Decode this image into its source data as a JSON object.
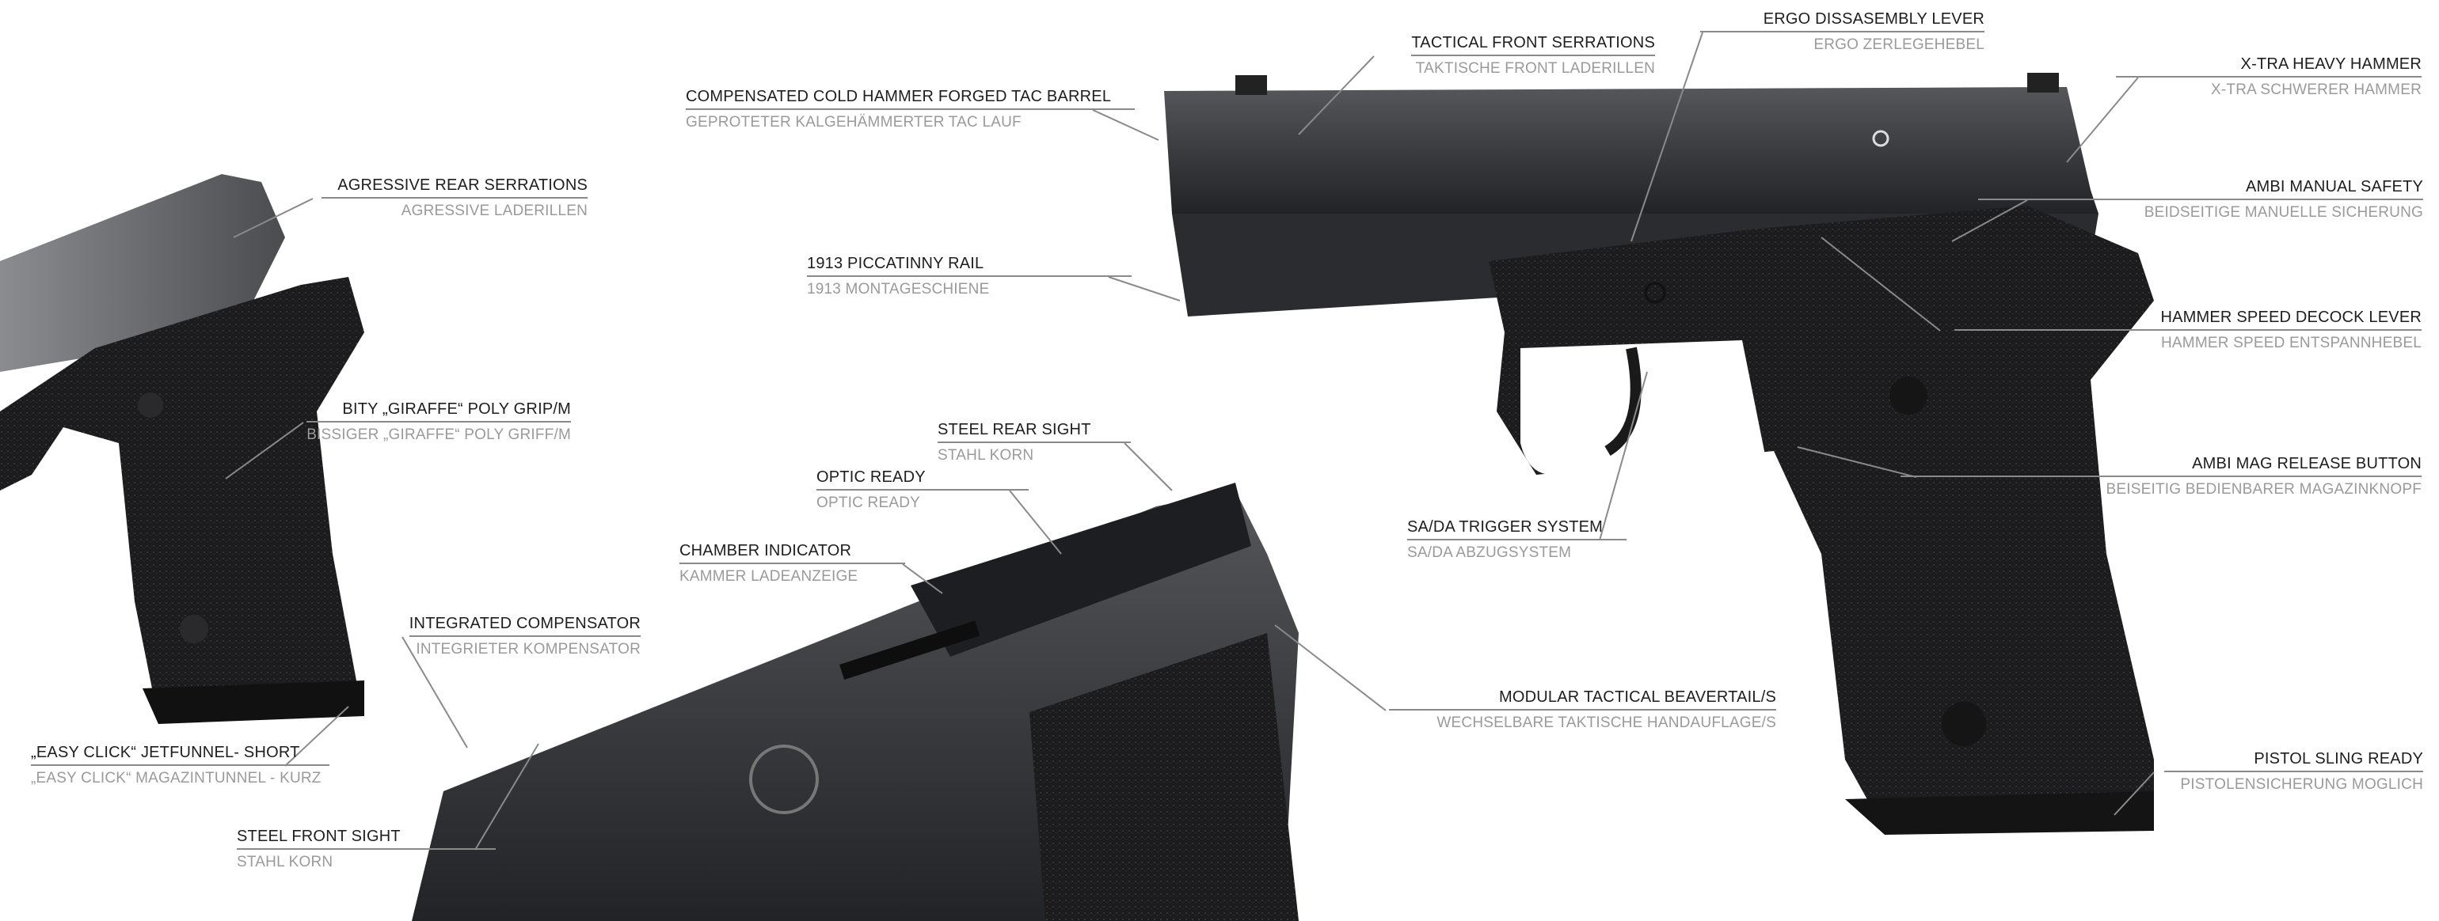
{
  "callouts": {
    "agressive_rear_serrations": {
      "title": "AGRESSIVE REAR SERRATIONS",
      "subtitle": "AGRESSIVE LADERILLEN"
    },
    "bity_giraffe_grip": {
      "title": "BITY „GIRAFFE“ POLY GRIP/M",
      "subtitle": "BISSIGER „GIRAFFE“ POLY GRIFF/M"
    },
    "easy_click_jetfunnel": {
      "title": "„EASY CLICK“ JETFUNNEL- SHORT",
      "subtitle": "„EASY CLICK“ MAGAZINTUNNEL - KURZ"
    },
    "steel_front_sight": {
      "title": "STEEL FRONT SIGHT",
      "subtitle": "STAHL KORN"
    },
    "integrated_compensator": {
      "title": "INTEGRATED COMPENSATOR",
      "subtitle": "INTEGRIETER KOMPENSATOR"
    },
    "chamber_indicator": {
      "title": "CHAMBER INDICATOR",
      "subtitle": "KAMMER LADEANZEIGE"
    },
    "optic_ready": {
      "title": "OPTIC READY",
      "subtitle": "OPTIC READY"
    },
    "steel_rear_sight": {
      "title": "STEEL REAR SIGHT",
      "subtitle": "STAHL KORN"
    },
    "compensated_barrel": {
      "title": "COMPENSATED COLD HAMMER FORGED TAC BARREL",
      "subtitle": "GEPROTETER KALGEHÄMMERTER TAC LAUF"
    },
    "picatinny_rail": {
      "title": "1913 PICCATINNY RAIL",
      "subtitle": "1913 MONTAGESCHIENE"
    },
    "tactical_front_serrations": {
      "title": "TACTICAL FRONT SERRATIONS",
      "subtitle": "TAKTISCHE FRONT LADERILLEN"
    },
    "ergo_disassembly_lever": {
      "title": "ERGO DISSASEMBLY LEVER",
      "subtitle": "ERGO ZERLEGEHEBEL"
    },
    "xtra_heavy_hammer": {
      "title": "X-TRA HEAVY HAMMER",
      "subtitle": "X-TRA SCHWERER HAMMER"
    },
    "ambi_manual_safety": {
      "title": "AMBI MANUAL SAFETY",
      "subtitle": "BEIDSEITIGE MANUELLE SICHERUNG"
    },
    "hammer_speed_decock": {
      "title": "HAMMER SPEED DECOCK LEVER",
      "subtitle": "HAMMER SPEED ENTSPANNHEBEL"
    },
    "ambi_mag_release": {
      "title": "AMBI MAG RELEASE BUTTON",
      "subtitle": "BEISEITIG BEDIENBARER MAGAZINKNOPF"
    },
    "sa_da_trigger": {
      "title": "SA/DA TRIGGER SYSTEM",
      "subtitle": "SA/DA ABZUGSYSTEM"
    },
    "modular_beavertail": {
      "title": "MODULAR TACTICAL BEAVERTAIL/S",
      "subtitle": "WECHSELBARE TAKTISCHE HANDAUFLAGE/S"
    },
    "pistol_sling_ready": {
      "title": "PISTOL SLING READY",
      "subtitle": "PISTOLENSICHERUNG MOGLICH"
    }
  },
  "colors": {
    "title": "#1e1e1e",
    "subtitle": "#9a9a9a",
    "leader": "#8a8a8a",
    "gun": "#2a2b2e"
  }
}
